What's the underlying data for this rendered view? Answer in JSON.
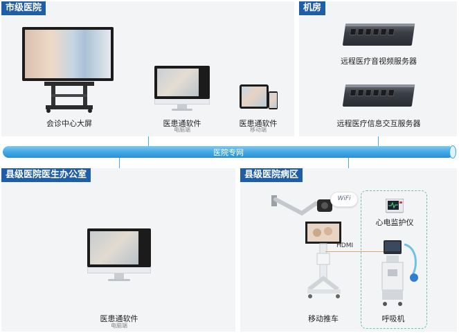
{
  "sections": {
    "city_hospital": {
      "title": "市级医院"
    },
    "machine_room": {
      "title": "机房"
    },
    "county_office": {
      "title": "县级医院医生办公室"
    },
    "county_ward": {
      "title": "县级医院病区"
    }
  },
  "network": {
    "label": "医院专网"
  },
  "devices": {
    "consult_screen": {
      "label": "会诊中心大屏"
    },
    "pc_software_top": {
      "label": "医患通软件",
      "sub": "电脑端"
    },
    "mobile_software": {
      "label": "医患通软件",
      "sub": "移动端"
    },
    "av_server": {
      "label": "远程医疗音视频服务器"
    },
    "info_server": {
      "label": "远程医疗信息交互服务器"
    },
    "pc_software_bottom": {
      "label": "医患通软件",
      "sub": "电脑端"
    },
    "mobile_cart": {
      "label": "移动推车"
    },
    "ecg_monitor": {
      "label": "心电监护仪"
    },
    "ventilator": {
      "label": "呼吸机"
    },
    "wifi": {
      "label": "WiFi"
    },
    "hdmi": {
      "label": "HDMI"
    }
  },
  "colors": {
    "tag": "#1f5da8",
    "network": "#3fa6e4",
    "panel": "#f3f4f6"
  }
}
